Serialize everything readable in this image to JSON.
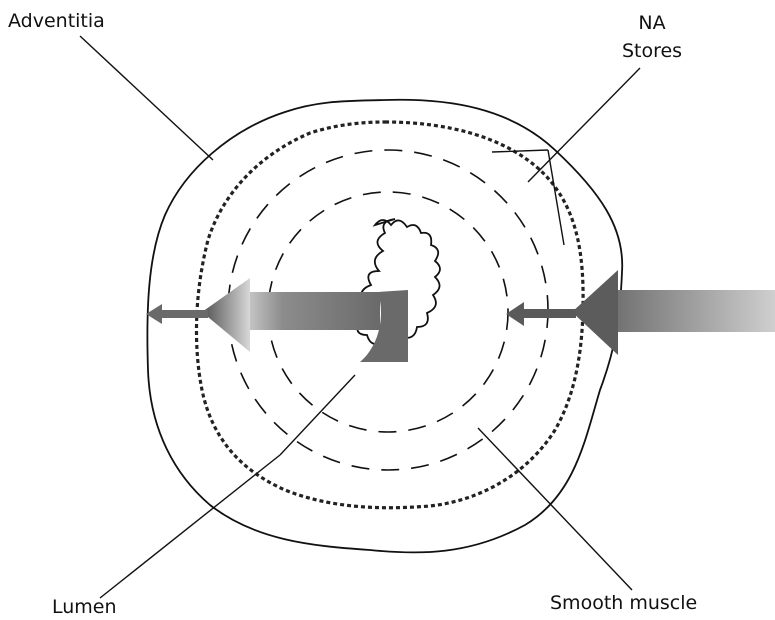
{
  "labels": {
    "adventitia": "Adventitia",
    "na_line1": "NA",
    "na_line2": "Stores",
    "lumen": "Lumen",
    "smooth_muscle": "Smooth muscle"
  },
  "colors": {
    "ink": "#111111",
    "arrow_dark": "#555555",
    "arrow_light": "#dcdcdc",
    "background": "#ffffff"
  }
}
